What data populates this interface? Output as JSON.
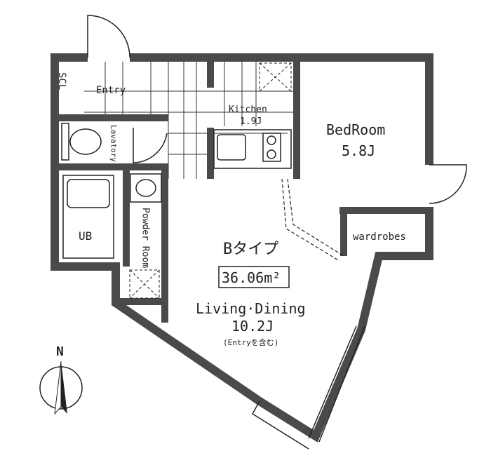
{
  "plan": {
    "type_label": "Bタイプ",
    "area": "36.06m²",
    "rooms": {
      "scl": "SCL",
      "entry": "Entry",
      "kitchen": "Kitchen",
      "kitchen_size": "1.9J",
      "bedroom": "BedRoom",
      "bedroom_size": "5.8J",
      "lavatory": "Lavatory",
      "ub": "UB",
      "powder_room": "Powder Room",
      "wardrobes": "wardrobes",
      "living": "Living·Dining",
      "living_size": "10.2J",
      "living_note": "(Entryを含む)"
    },
    "compass": "N",
    "colors": {
      "wall": "#4a4a4a",
      "line": "#222222"
    }
  }
}
